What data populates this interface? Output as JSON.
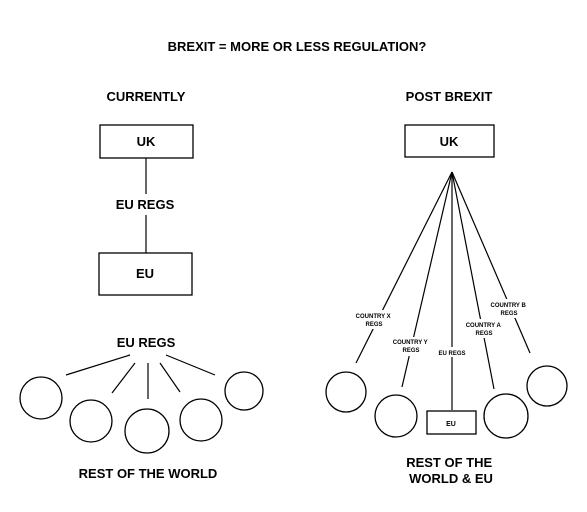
{
  "title": "BREXIT = MORE OR LESS REGULATION?",
  "left": {
    "heading": "CURRENTLY",
    "uk_box": "UK",
    "link_label_1": "EU REGS",
    "eu_box": "EU",
    "link_label_2": "EU REGS",
    "caption": "REST OF THE WORLD"
  },
  "right": {
    "heading": "POST BREXIT",
    "uk_box": "UK",
    "labels": {
      "country_x": [
        "COUNTRY X",
        "REGS"
      ],
      "country_y": [
        "COUNTRY Y",
        "REGS"
      ],
      "eu_regs": [
        "EU REGS"
      ],
      "country_a": [
        "COUNTRY A",
        "REGS"
      ],
      "country_b": [
        "COUNTRY  B",
        "REGS"
      ]
    },
    "eu_small_box": "EU",
    "caption": [
      "REST OF THE",
      "WORLD & EU"
    ]
  }
}
